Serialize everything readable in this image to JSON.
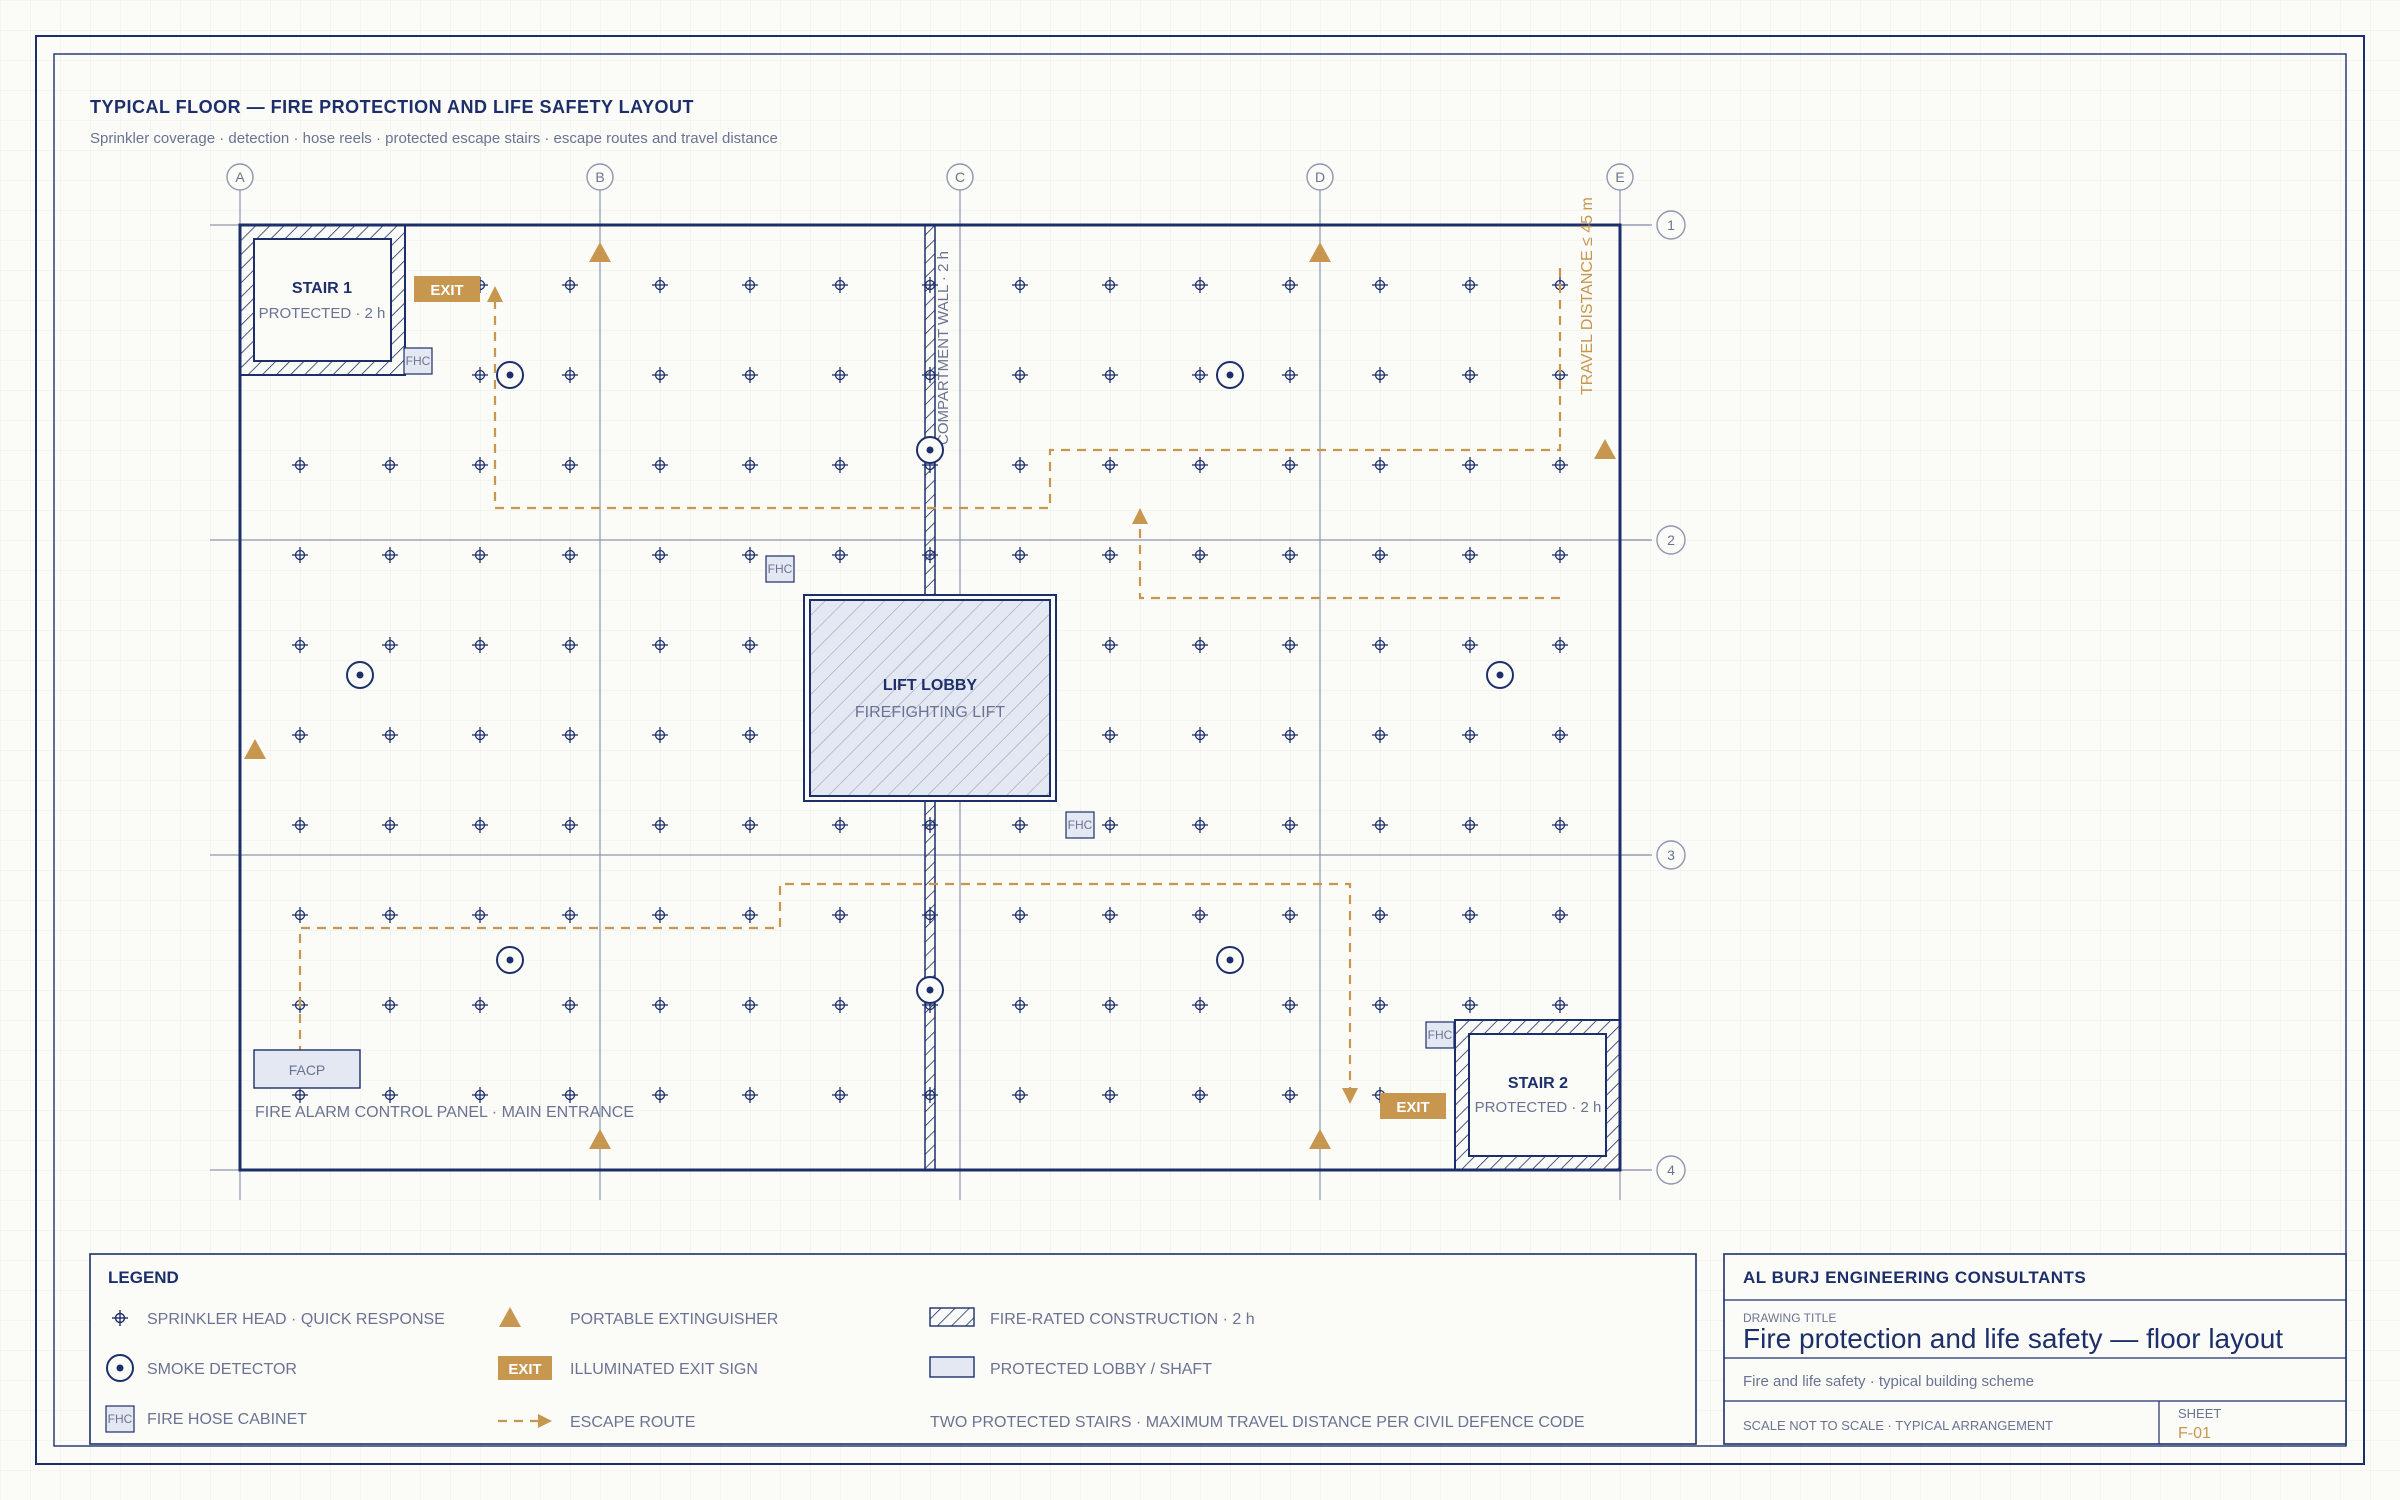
{
  "colors": {
    "navy": "#1d2f6b",
    "grid": "#8e96b0",
    "gold": "#c7974f",
    "muted": "#6a7393",
    "paper": "#fbfbf7",
    "fill_lobby": "#e4e8f2"
  },
  "header": {
    "title": "TYPICAL FLOOR — FIRE PROTECTION AND LIFE SAFETY LAYOUT",
    "subtitle": "Sprinkler coverage · detection · hose reels · protected escape stairs · escape routes and travel distance"
  },
  "grid_labels": {
    "columns": [
      "A",
      "B",
      "C",
      "D",
      "E"
    ],
    "rows": [
      "1",
      "2",
      "3",
      "4"
    ]
  },
  "plan": {
    "stair1_name": "STAIR 1",
    "stair1_rating": "PROTECTED · 2 h",
    "stair2_name": "STAIR 2",
    "stair2_rating": "PROTECTED · 2 h",
    "lift_title": "LIFT LOBBY",
    "lift_sub": "FIREFIGHTING LIFT",
    "compartment_wall": "COMPARTMENT WALL · 2 h",
    "exit_label": "EXIT",
    "fhc_label": "FHC",
    "facp_label": "FACP",
    "facp_caption": "FIRE ALARM CONTROL PANEL · MAIN ENTRANCE",
    "travel_distance": "TRAVEL DISTANCE ≤ 45 m"
  },
  "legend": {
    "title": "LEGEND",
    "sprinkler": "SPRINKLER HEAD · QUICK RESPONSE",
    "smoke": "SMOKE DETECTOR",
    "fhc": "FIRE HOSE CABINET",
    "extinguisher": "PORTABLE EXTINGUISHER",
    "exit_sign": "ILLUMINATED EXIT SIGN",
    "escape_route": "ESCAPE ROUTE",
    "fire_rated": "FIRE-RATED CONSTRUCTION · 2 h",
    "protected_lobby": "PROTECTED LOBBY / SHAFT",
    "note": "TWO PROTECTED STAIRS · MAXIMUM TRAVEL DISTANCE PER CIVIL DEFENCE CODE"
  },
  "title_block": {
    "company": "AL BURJ ENGINEERING CONSULTANTS",
    "drawing_title_label": "DRAWING TITLE",
    "drawing_title": "Fire protection and life safety — floor layout",
    "description": "Fire and life safety · typical building scheme",
    "scale": "SCALE NOT TO SCALE · TYPICAL ARRANGEMENT",
    "sheet_label": "SHEET",
    "sheet_no": "F-01"
  }
}
